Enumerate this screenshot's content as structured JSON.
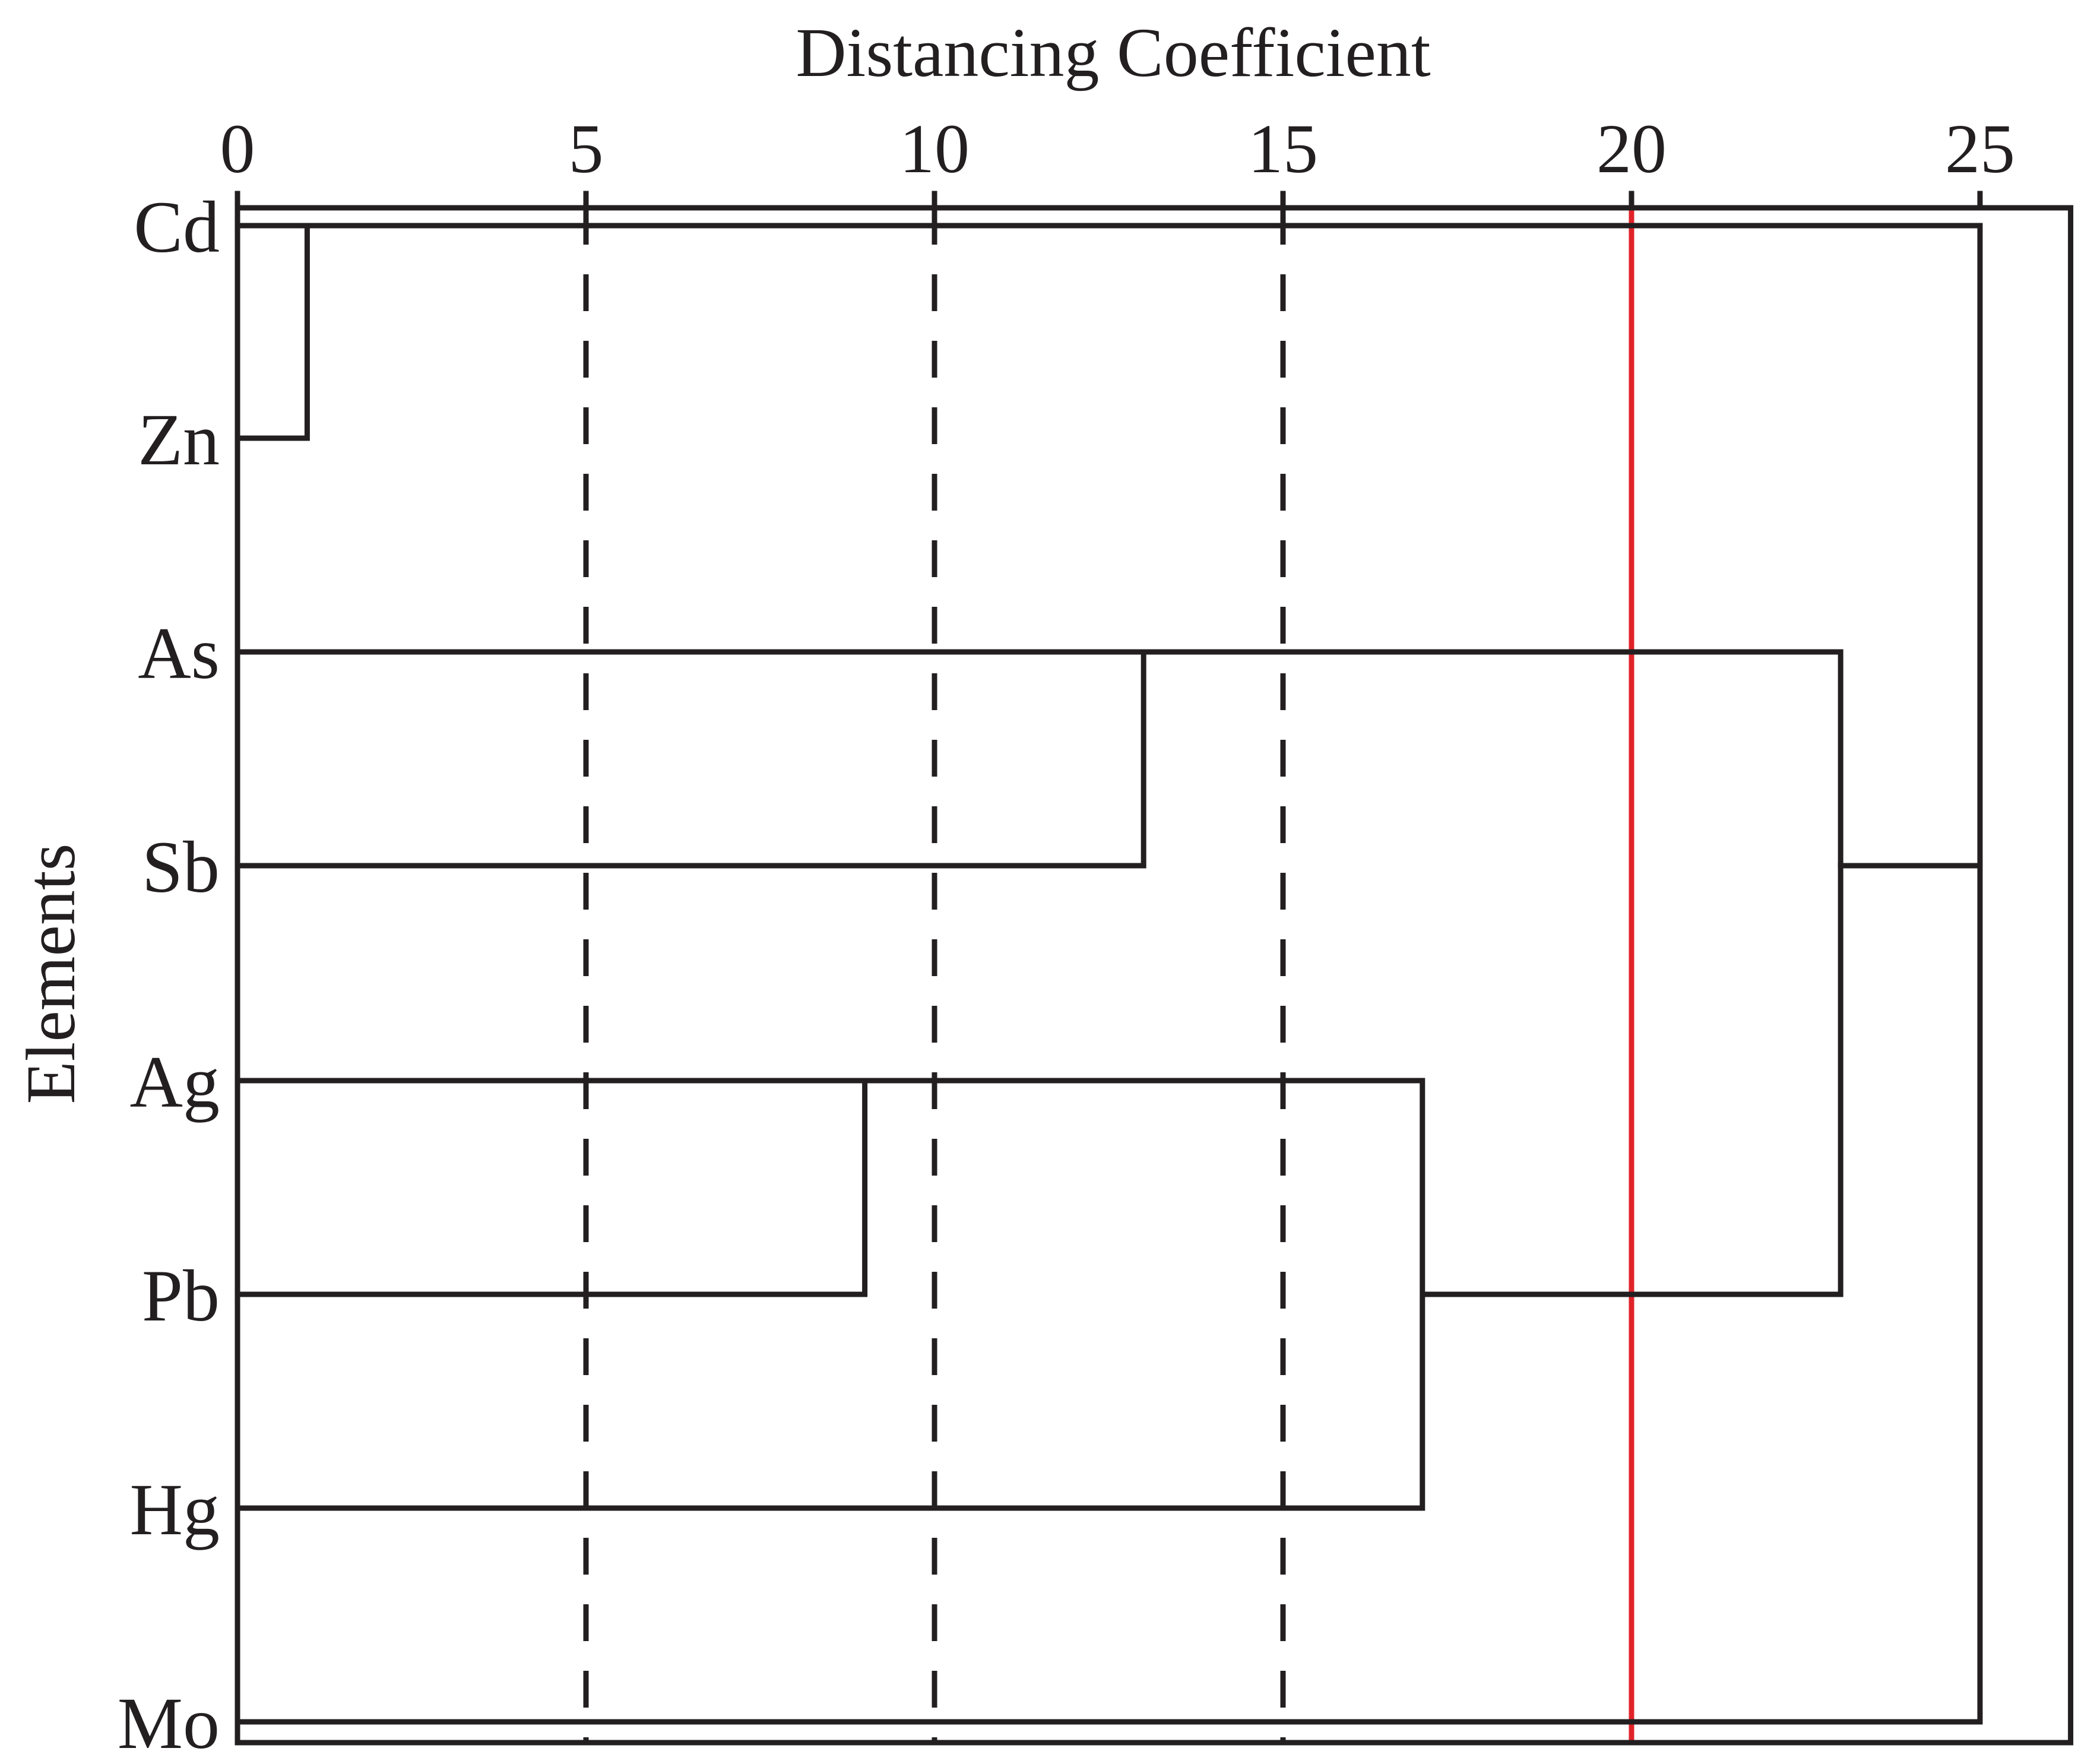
{
  "chart_data": {
    "type": "dendrogram",
    "xlabel": "Distancing Coefficient",
    "ylabel": "Elements",
    "xlim": [
      0,
      26.3
    ],
    "x_ticks": [
      0,
      5,
      10,
      15,
      20,
      25
    ],
    "x_tick_labels": [
      "0",
      "5",
      "10",
      "15",
      "20",
      "25"
    ],
    "gridlines_dashed_at": [
      5,
      10,
      15
    ],
    "threshold_line": {
      "x": 20,
      "color": "#e0232a"
    },
    "leaves": [
      "Cd",
      "Zn",
      "As",
      "Sb",
      "Ag",
      "Pb",
      "Hg",
      "Mo"
    ],
    "merges": [
      {
        "join": [
          "Cd",
          "Zn"
        ],
        "distance": 1
      },
      {
        "join": [
          "Ag",
          "Pb"
        ],
        "distance": 9
      },
      {
        "join": [
          "As",
          "Sb"
        ],
        "distance": 13
      },
      {
        "join": [
          "Ag-Pb",
          "Hg"
        ],
        "distance": 17
      },
      {
        "join": [
          "As-Sb",
          "Ag-Pb-Hg"
        ],
        "distance": 23
      },
      {
        "join": [
          "Cd-Zn",
          "As-Sb-Ag-Pb-Hg",
          "Mo"
        ],
        "distance": 25
      }
    ],
    "colors": {
      "line": "#231f20",
      "threshold": "#e0232a"
    }
  }
}
